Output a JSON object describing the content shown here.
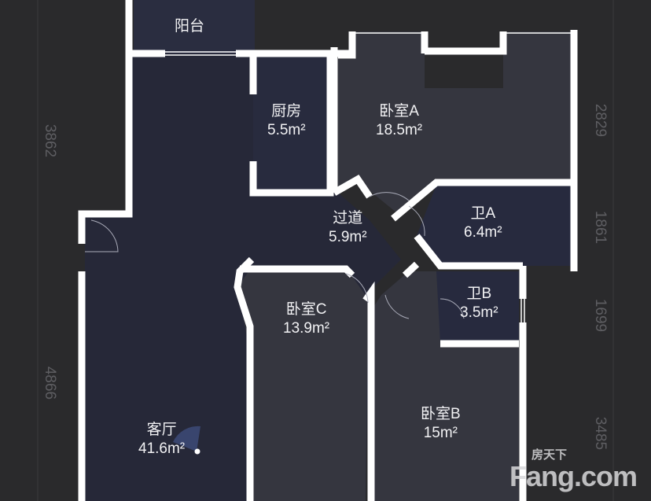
{
  "rooms": [
    {
      "name": "阳台",
      "area": ""
    },
    {
      "name": "厨房",
      "area": "5.5m²"
    },
    {
      "name": "卧室A",
      "area": "18.5m²"
    },
    {
      "name": "过道",
      "area": "5.9m²"
    },
    {
      "name": "卫A",
      "area": "6.4m²"
    },
    {
      "name": "卫B",
      "area": "3.5m²"
    },
    {
      "name": "卧室C",
      "area": "13.9m²"
    },
    {
      "name": "卧室B",
      "area": "15m²"
    },
    {
      "name": "客厅",
      "area": "41.6m²"
    }
  ],
  "dimensions": {
    "left": [
      "3862",
      "4866"
    ],
    "right": [
      "2829",
      "1861",
      "1699",
      "3485"
    ]
  },
  "watermark": {
    "cn": "房天下",
    "en": "Fang.com"
  },
  "colors": {
    "background": "#2a2a2c",
    "room_dark": "#262838",
    "room_bedroom": "#35363f",
    "wall": "#ffffff"
  }
}
